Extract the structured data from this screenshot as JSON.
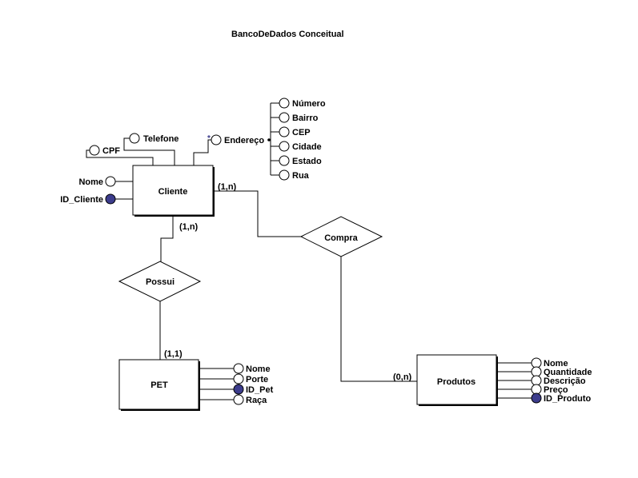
{
  "title": "BancoDeDados Conceitual",
  "colors": {
    "key_attribute": "#3c3c8c",
    "line": "#000000",
    "background": "#ffffff"
  },
  "entities": {
    "cliente": "Cliente",
    "pet": "PET",
    "produtos": "Produtos"
  },
  "relationships": {
    "possui": "Possui",
    "compra": "Compra"
  },
  "cardinalities": {
    "cliente_possui": "(1,n)",
    "pet_possui": "(1,1)",
    "cliente_compra": "(1,n)",
    "produtos_compra": "(0,n)"
  },
  "cliente_attributes": {
    "cpf": "CPF",
    "telefone": "Telefone",
    "endereco": "Endereço",
    "endereco_multivalued_mark": "*",
    "nome": "Nome",
    "id_cliente": "ID_Cliente"
  },
  "endereco_subattributes": [
    "Número",
    "Bairro",
    "CEP",
    "Cidade",
    "Estado",
    "Rua"
  ],
  "pet_attributes": [
    "Nome",
    "Porte",
    "ID_Pet",
    "Raça"
  ],
  "produtos_attributes": [
    "Nome",
    "Quantidade",
    "Descrição",
    "Preço",
    "ID_Produto"
  ]
}
